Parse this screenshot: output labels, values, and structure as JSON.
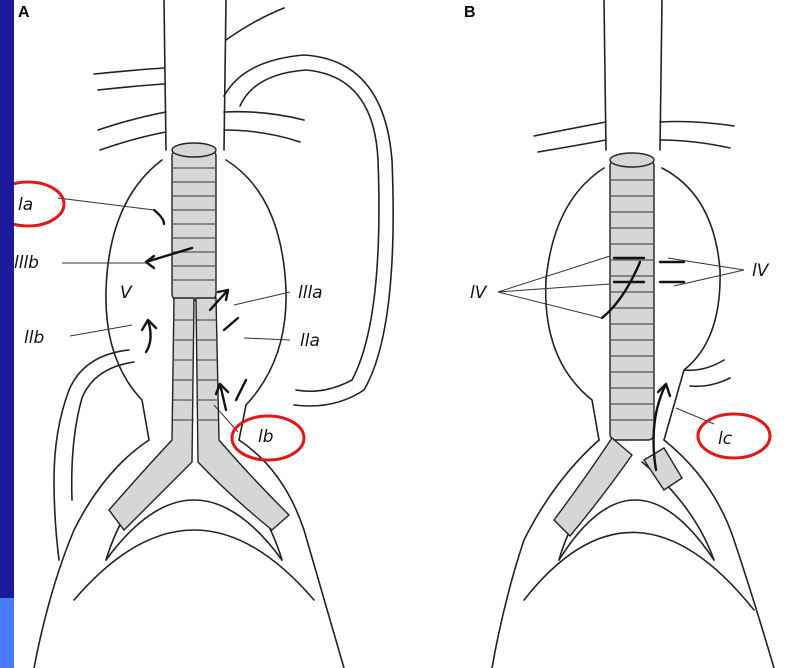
{
  "panels": {
    "a": {
      "letter": "A"
    },
    "b": {
      "letter": "B"
    }
  },
  "labels": {
    "ia": "la",
    "iiib": "lllb",
    "v": "V",
    "iiia": "llla",
    "iib": "llb",
    "iia": "lla",
    "ib": "lb",
    "iv_left": "lV",
    "iv_right": "lV",
    "ic": "lc"
  },
  "colors": {
    "background": "#2323b4",
    "highlight": "#e01818",
    "accent": "#4a7cff"
  }
}
